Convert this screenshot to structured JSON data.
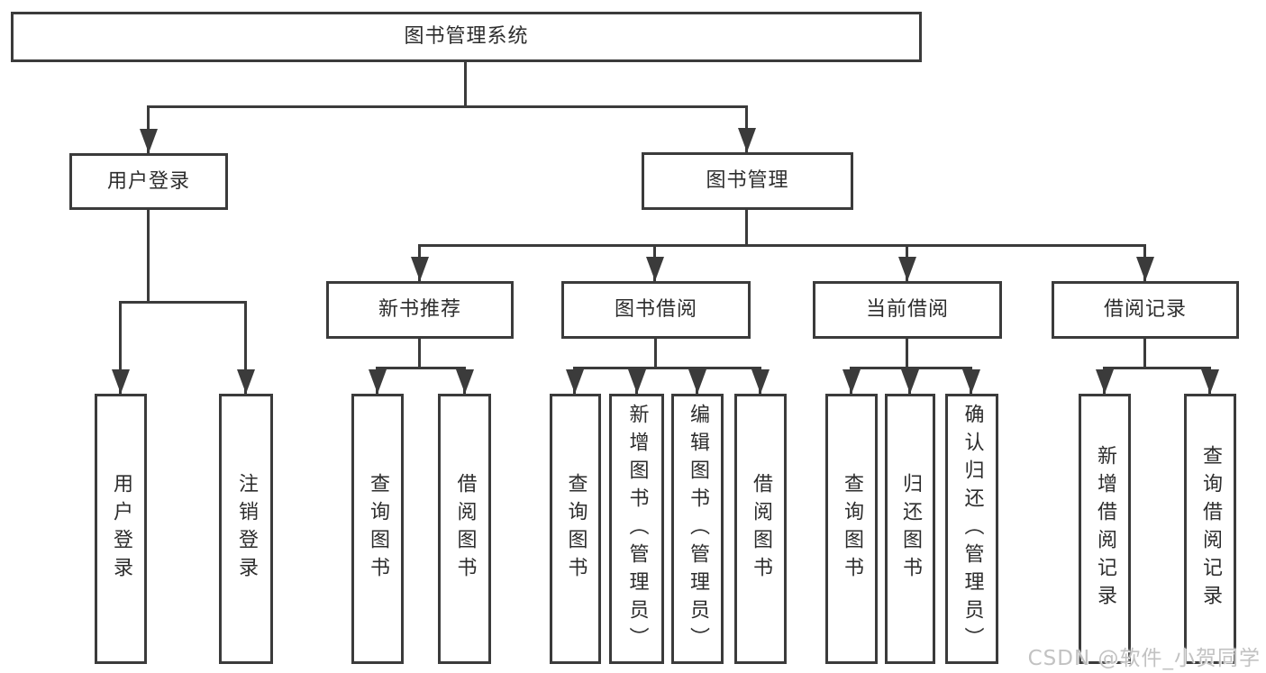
{
  "diagram": {
    "root": {
      "label": "图书管理系统"
    },
    "branches": [
      {
        "label": "用户登录",
        "leaves": [
          {
            "label": "用户登录"
          },
          {
            "label": "注销登录"
          }
        ]
      },
      {
        "label": "图书管理",
        "groups": [
          {
            "label": "新书推荐",
            "leaves": [
              {
                "label": "查询图书"
              },
              {
                "label": "借阅图书"
              }
            ]
          },
          {
            "label": "图书借阅",
            "leaves": [
              {
                "label": "查询图书"
              },
              {
                "label": "新增图书（管理员）"
              },
              {
                "label": "编辑图书（管理员）"
              },
              {
                "label": "借阅图书"
              }
            ]
          },
          {
            "label": "当前借阅",
            "leaves": [
              {
                "label": "查询图书"
              },
              {
                "label": "归还图书"
              },
              {
                "label": "确认归还（管理员）"
              }
            ]
          },
          {
            "label": "借阅记录",
            "leaves": [
              {
                "label": "新增借阅记录"
              },
              {
                "label": "查询借阅记录"
              }
            ]
          }
        ]
      }
    ]
  },
  "watermark": {
    "text": "CSDN @软件_小贺同学"
  },
  "colors": {
    "line": "#3b3b3b",
    "text": "#2d2d2d",
    "background": "#ffffff",
    "watermark": "#c2c2c2"
  }
}
